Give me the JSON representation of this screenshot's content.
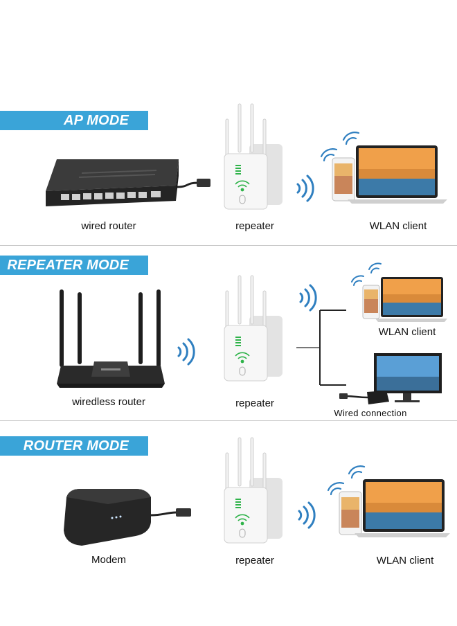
{
  "sections": [
    {
      "mode_title": "AP MODE",
      "left_device_label": "wired router",
      "center_device_label": "repeater",
      "right_device_label": "WLAN client"
    },
    {
      "mode_title": "REPEATER MODE",
      "left_device_label": "wiredless router",
      "center_device_label": "repeater",
      "right_device_label": "WLAN client",
      "wired_label": "Wired connection"
    },
    {
      "mode_title": "ROUTER MODE",
      "left_device_label": "Modem",
      "center_device_label": "repeater",
      "right_device_label": "WLAN client"
    }
  ],
  "colors": {
    "banner": "#3aa4d8",
    "wifi_waves": "#2f7fc0",
    "signal_green": "#2fb34a",
    "device_dark": "#2a2a2a",
    "repeater_white": "#f4f4f4"
  },
  "icons": [
    "wifi-waves-icon",
    "wifi-signal-icon",
    "ethernet-plug-icon",
    "router-icon",
    "repeater-icon",
    "laptop-icon",
    "phone-icon",
    "monitor-icon",
    "modem-icon"
  ]
}
